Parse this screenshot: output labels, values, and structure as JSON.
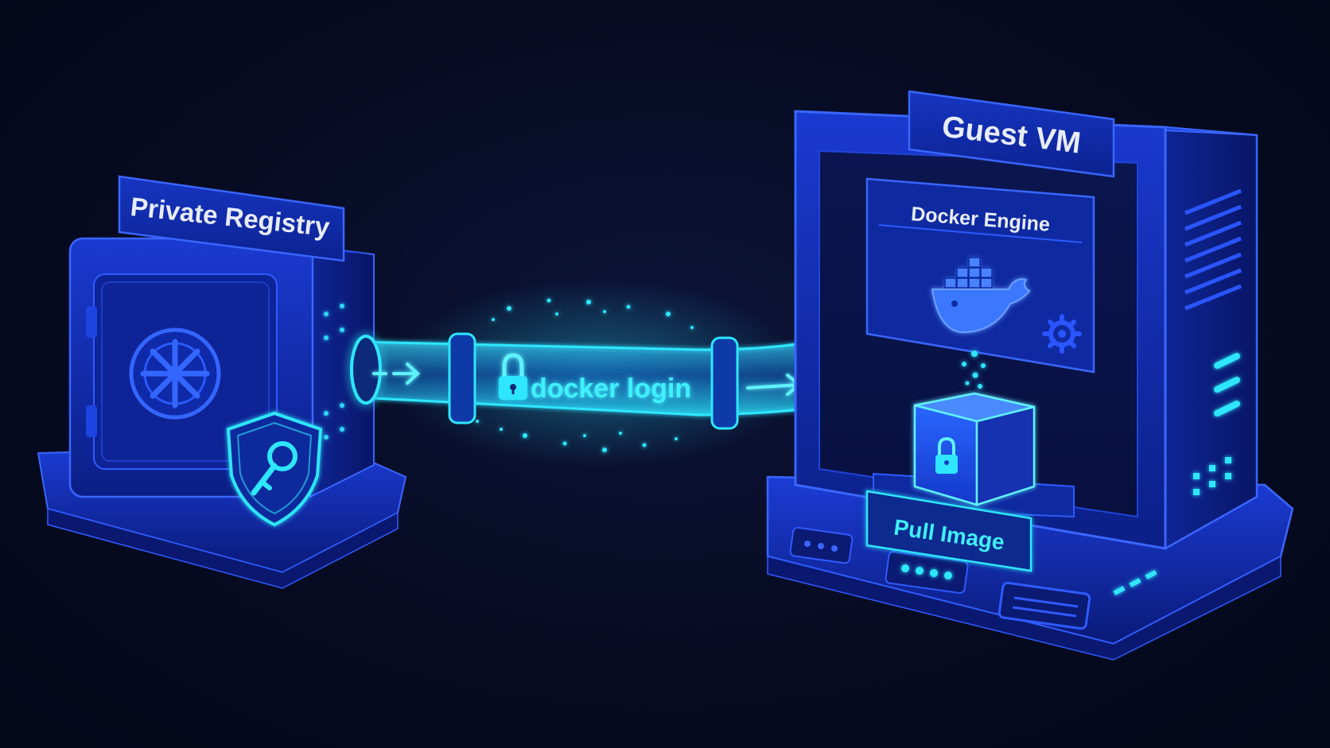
{
  "registry": {
    "label": "Private Registry"
  },
  "pipe": {
    "label": "docker login"
  },
  "vm": {
    "label": "Guest VM",
    "engine_label": "Docker Engine",
    "pull_label": "Pull Image"
  },
  "colors": {
    "background": "#070b22",
    "panel_blue": "#1230a8",
    "edge_blue": "#2f5bff",
    "cyan_glow": "#2ee6ff",
    "text_light": "#e8ecff"
  },
  "icons": [
    "safe-wheel-icon",
    "shield-key-icon",
    "lock-icon",
    "arrow-right-icon",
    "docker-whale-icon",
    "gear-icon",
    "padlock-cube-icon",
    "vent-icon"
  ]
}
